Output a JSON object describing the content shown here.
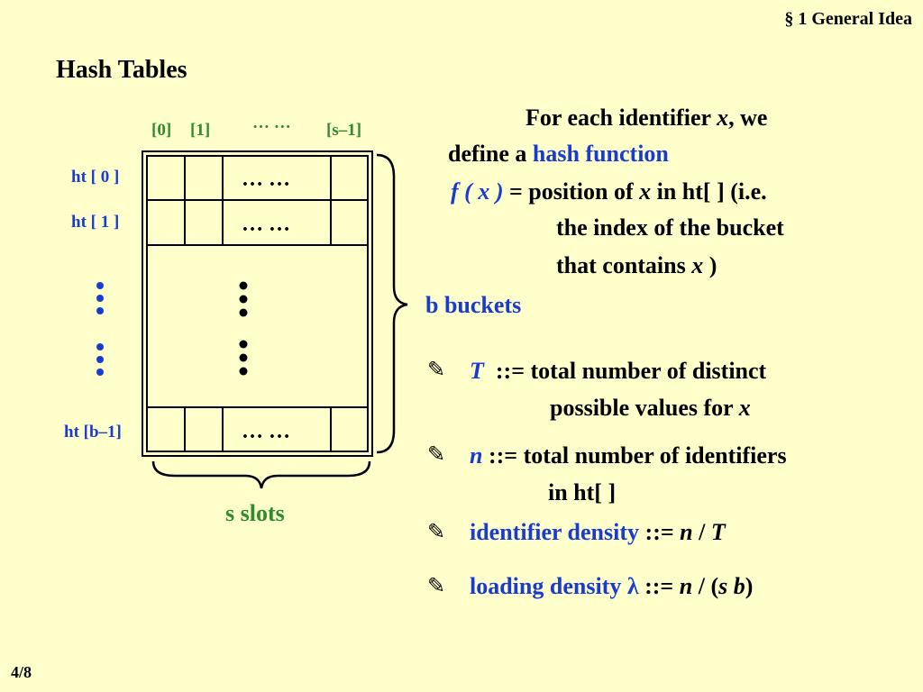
{
  "header": {
    "section": "§ 1  General Idea"
  },
  "title": "Hash Tables",
  "footer": {
    "page": "4/8"
  },
  "diagram": {
    "columns": [
      "[0]",
      "[1]",
      "… …",
      "[s–1]"
    ],
    "rows": [
      "ht [ 0 ]",
      "ht [ 1 ]",
      "ht [b–1]"
    ],
    "cell_ellipsis": "… …",
    "buckets_label": "b buckets",
    "slots_label": "s slots"
  },
  "definition": {
    "l1a": "For each identifier",
    "l1b": "x",
    "l1c": ",  we",
    "l2a": "define a",
    "l2b": "hash function",
    "l3a": "f ( x )",
    "l3b": "= position of",
    "l3c": "x",
    "l3d": "in ht[ ] (i.e.",
    "l4": "the index of the bucket",
    "l5a": "that contains",
    "l5b": "x",
    "l5c": ")"
  },
  "bullets": [
    {
      "a": "T",
      "b": "::= total number of distinct",
      "c": "possible values for",
      "d": "x"
    },
    {
      "a": "n",
      "b": "::= total number of identifiers",
      "c": "in ht[ ]"
    },
    {
      "a": "identifier density",
      "b": "::=",
      "c": "n",
      "d": "/",
      "e": "T"
    },
    {
      "a": "loading density λ",
      "b": "::=",
      "c": "n",
      "d": "/ (",
      "e": "s b",
      "f": ")"
    }
  ],
  "icons": {
    "bullet": "pencil-icon"
  },
  "colors": {
    "background": "#ffffcc",
    "blue": "#1a3bd1",
    "green": "#2e8b2e"
  }
}
